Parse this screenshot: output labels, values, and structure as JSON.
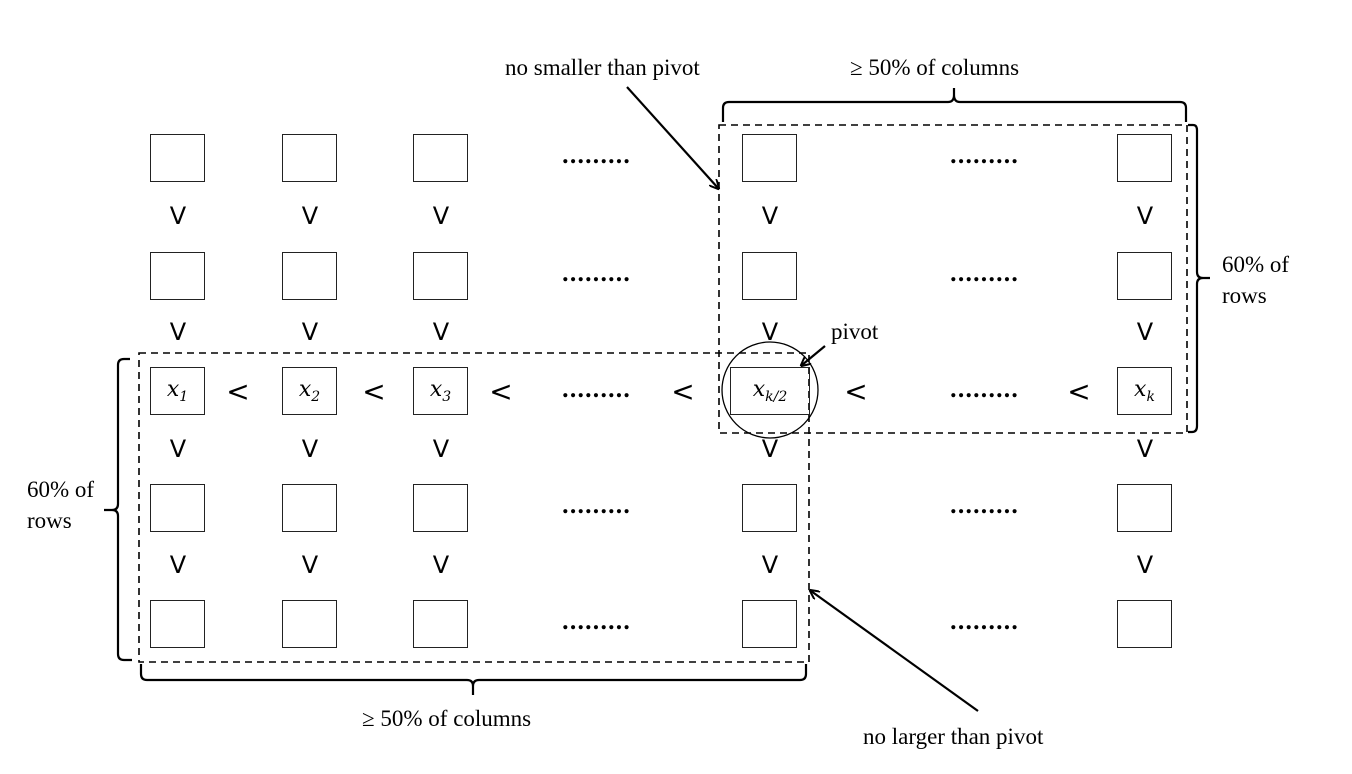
{
  "diagram": {
    "title": "Median of medians pivot selection grid",
    "labels": {
      "no_smaller": "no smaller than pivot",
      "no_larger": "no larger than pivot",
      "top_columns": "≥ 50% of columns",
      "bottom_columns": "≥ 50% of columns",
      "right_rows_line1": "60% of",
      "right_rows_line2": "rows",
      "left_rows_line1": "60% of",
      "left_rows_line2": "rows",
      "pivot": "pivot"
    },
    "symbols": {
      "greater": "V",
      "less": "<",
      "ellipsis": "........."
    },
    "median_row": [
      {
        "base": "x",
        "sub": "1"
      },
      {
        "base": "x",
        "sub": "2"
      },
      {
        "base": "x",
        "sub": "3"
      },
      {
        "base": "x",
        "sub": "k/2"
      },
      {
        "base": "x",
        "sub": "k"
      }
    ],
    "grid": {
      "rows": 5,
      "visible_columns": 5,
      "median_row_index": 3
    }
  }
}
